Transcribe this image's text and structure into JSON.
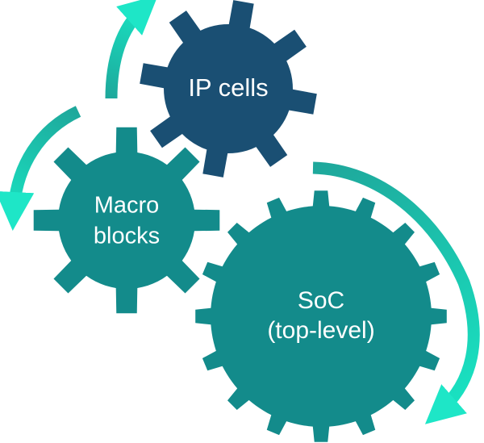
{
  "diagram": {
    "gears": [
      {
        "id": "ip",
        "label_lines": [
          "IP cells"
        ],
        "color": "#1a4f73"
      },
      {
        "id": "macro",
        "label_lines": [
          "Macro",
          "blocks"
        ],
        "color": "#138b8b"
      },
      {
        "id": "soc",
        "label_lines": [
          "SoC",
          "(top-level)"
        ],
        "color": "#138b8b"
      }
    ],
    "arrow_colors": {
      "start": "#19e3c2",
      "end": "#1ea79b"
    }
  }
}
